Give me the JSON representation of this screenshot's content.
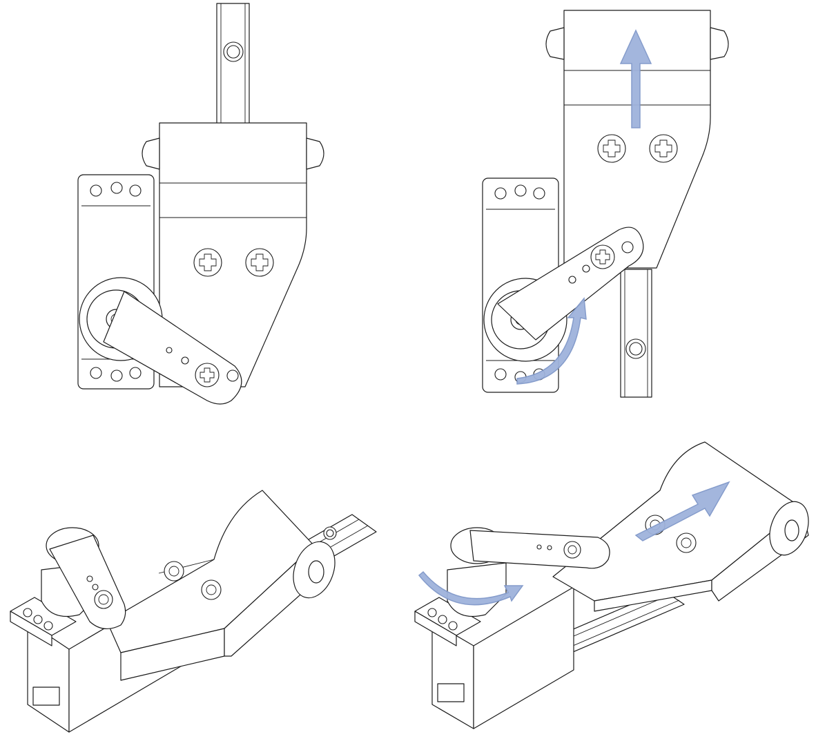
{
  "figure": {
    "panels": [
      {
        "view": "front",
        "state": "retracted",
        "motion_arrows": []
      },
      {
        "view": "front",
        "state": "extended",
        "motion_arrows": [
          "servo-rotation",
          "slider-extension"
        ]
      },
      {
        "view": "isometric",
        "state": "retracted",
        "motion_arrows": []
      },
      {
        "view": "isometric",
        "state": "extended",
        "motion_arrows": [
          "servo-rotation",
          "slider-extension"
        ]
      }
    ],
    "colors": {
      "line": "#1a1a1a",
      "background": "#ffffff",
      "arrow_fill": "#9fb3dc",
      "arrow_stroke": "#7f97c9"
    },
    "icons": [
      "cross-screw-icon",
      "rotation-arrow-icon",
      "straight-arrow-icon"
    ]
  }
}
